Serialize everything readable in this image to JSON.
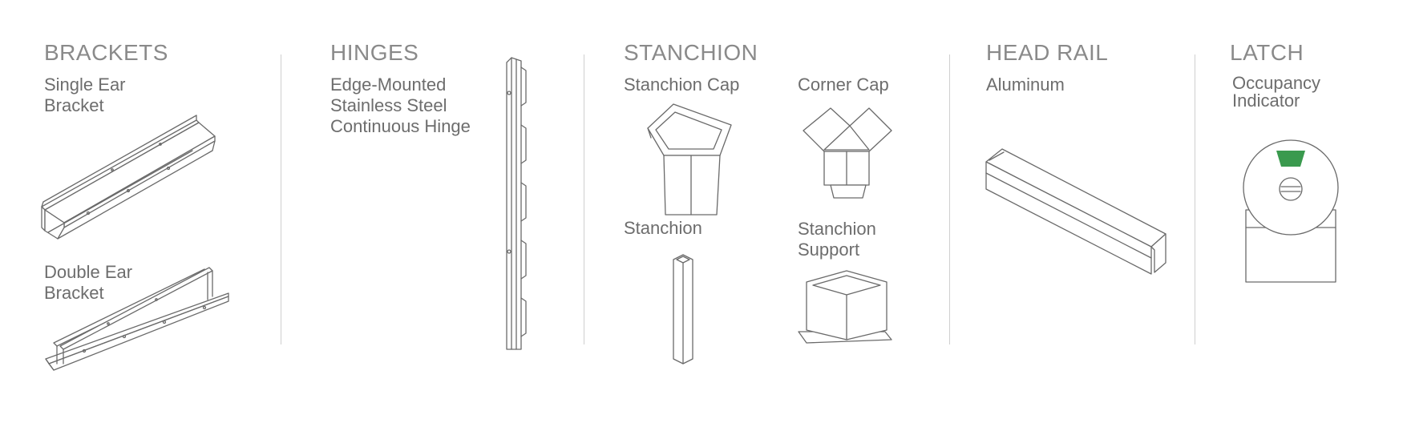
{
  "sections": {
    "brackets": {
      "title": "BRACKETS",
      "single": {
        "line1": "Single Ear",
        "line2": "Bracket"
      },
      "double": {
        "line1": "Double Ear",
        "line2": "Bracket"
      }
    },
    "hinges": {
      "title": "HINGES",
      "line1": "Edge-Mounted",
      "line2": "Stainless Steel",
      "line3": "Continuous Hinge"
    },
    "stanchion": {
      "title": "STANCHION",
      "cap": "Stanchion Cap",
      "corner_cap": "Corner Cap",
      "stanchion": "Stanchion",
      "support": {
        "line1": "Stanchion",
        "line2": "Support"
      }
    },
    "head_rail": {
      "title": "HEAD RAIL",
      "material": "Aluminum"
    },
    "latch": {
      "title": "LATCH",
      "line1": "Occupancy",
      "line2": "Indicator",
      "indicator_color": "#3a9a4e"
    }
  },
  "colors": {
    "title": "#8a8a8a",
    "label": "#6d6d6d",
    "line": "#6a6a6a",
    "divider": "#cfcfcf"
  }
}
